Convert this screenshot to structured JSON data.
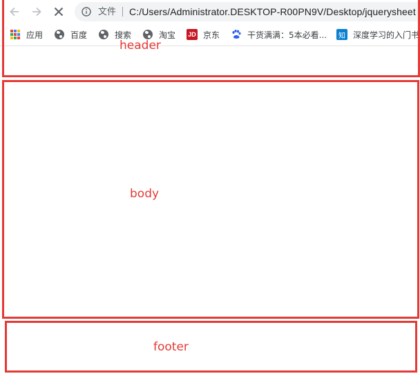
{
  "browser": {
    "nav": {
      "back_icon": "arrow-left-icon",
      "forward_icon": "arrow-right-icon",
      "stop_icon": "close-icon"
    },
    "address_bar": {
      "security_icon": "info-icon",
      "chip_label": "文件",
      "url": "C:/Users/Administrator.DESKTOP-R00PN9V/Desktop/jquerysheet"
    },
    "bookmarks": [
      {
        "label": "应用",
        "icon": "apps-grid-icon"
      },
      {
        "label": "百度",
        "icon": "globe-icon"
      },
      {
        "label": "搜索",
        "icon": "globe-icon"
      },
      {
        "label": "淘宝",
        "icon": "globe-icon"
      },
      {
        "label": "京东",
        "icon": "jd-logo-icon"
      },
      {
        "label": "干货满满：5本必看...",
        "icon": "baidu-paw-icon"
      },
      {
        "label": "深度学习的入门书",
        "icon": "zhihu-logo-icon"
      }
    ],
    "icon_glyphs": {
      "jd": "JD",
      "zhihu": "知"
    }
  },
  "page": {
    "header_label": "header",
    "body_label": "body",
    "footer_label": "footer"
  },
  "colors": {
    "box_border": "#e53935",
    "label_text": "#e53935",
    "jd_brand": "#c81623",
    "zhihu_brand": "#0a7fd1",
    "baidu_brand": "#2b62f0"
  }
}
